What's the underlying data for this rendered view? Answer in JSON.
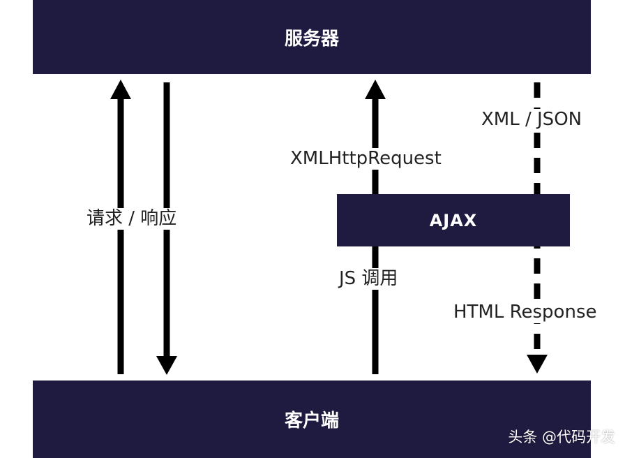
{
  "diagram": {
    "server_label": "服务器",
    "client_label": "客户端",
    "ajax_label": "AJAX",
    "labels": {
      "request_response": "请求 / 响应",
      "xmlhttprequest": "XMLHttpRequest",
      "js_call": "JS 调用",
      "xml_json": "XML / JSON",
      "html_response": "HTML Response"
    },
    "watermark": "头条 @代码开发"
  },
  "colors": {
    "box_fill": "#1f1a3f",
    "arrow": "#000000",
    "box_text": "#ffffff"
  }
}
